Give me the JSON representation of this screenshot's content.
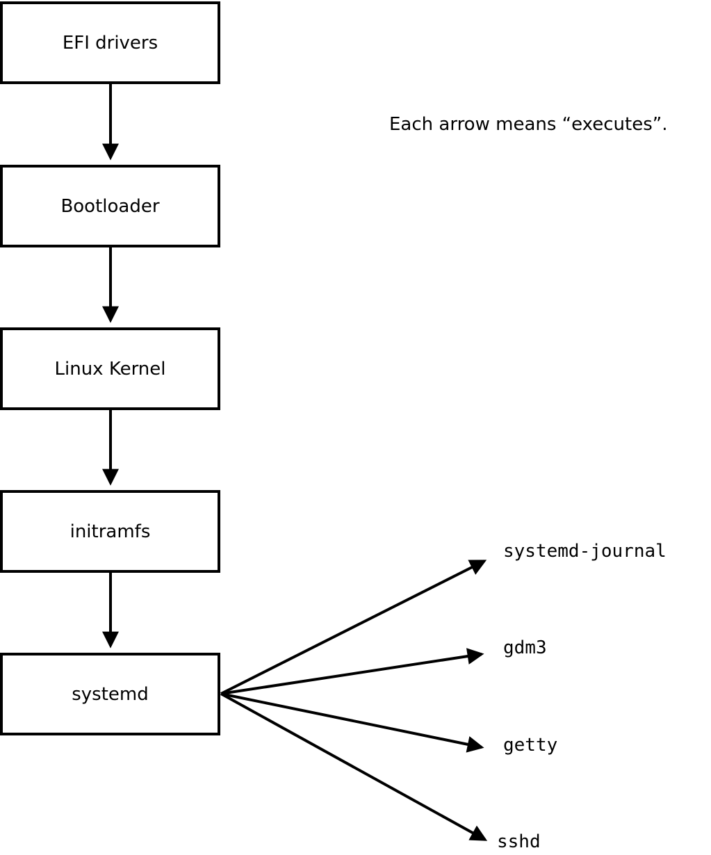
{
  "annotation": "Each arrow means “executes”.",
  "boot_chain": [
    {
      "label": "EFI drivers"
    },
    {
      "label": "Bootloader"
    },
    {
      "label": "Linux Kernel"
    },
    {
      "label": "initramfs"
    },
    {
      "label": "systemd"
    }
  ],
  "spawned_services": [
    {
      "label": "systemd-journal"
    },
    {
      "label": "gdm3"
    },
    {
      "label": "getty"
    },
    {
      "label": "sshd"
    }
  ],
  "colors": {
    "background": "#ffffff",
    "box_fill": "#ffffff",
    "box_border": "#000000",
    "arrow": "#000000",
    "text": "#000000"
  }
}
